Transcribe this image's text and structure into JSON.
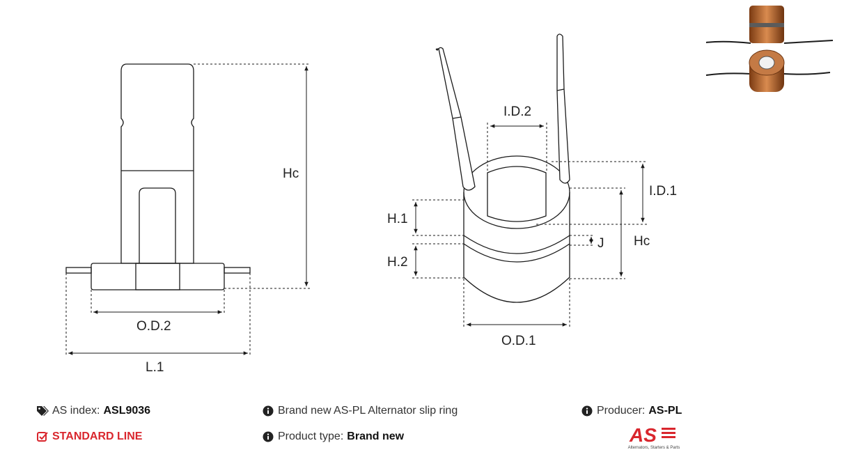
{
  "labels": {
    "hc_left": "Hc",
    "od2": "O.D.2",
    "l1": "L.1",
    "id2": "I.D.2",
    "id1": "I.D.1",
    "h1": "H.1",
    "h2": "H.2",
    "j": "J",
    "hc_right": "Hc",
    "od1": "O.D.1"
  },
  "info": {
    "as_index_label": "AS index:",
    "as_index_value": "ASL9036",
    "standard_line": "STANDARD LINE",
    "description": "Brand new AS-PL Alternator slip ring",
    "product_type_label": "Product type:",
    "product_type_value": "Brand new",
    "producer_label": "Producer:",
    "producer_value": "AS-PL"
  },
  "logo": {
    "text": "AS",
    "tagline": "Alternators, Starters & Parts"
  },
  "colors": {
    "accent": "#d9262d",
    "line": "#1a1a1a",
    "copper": "#b9652f"
  }
}
